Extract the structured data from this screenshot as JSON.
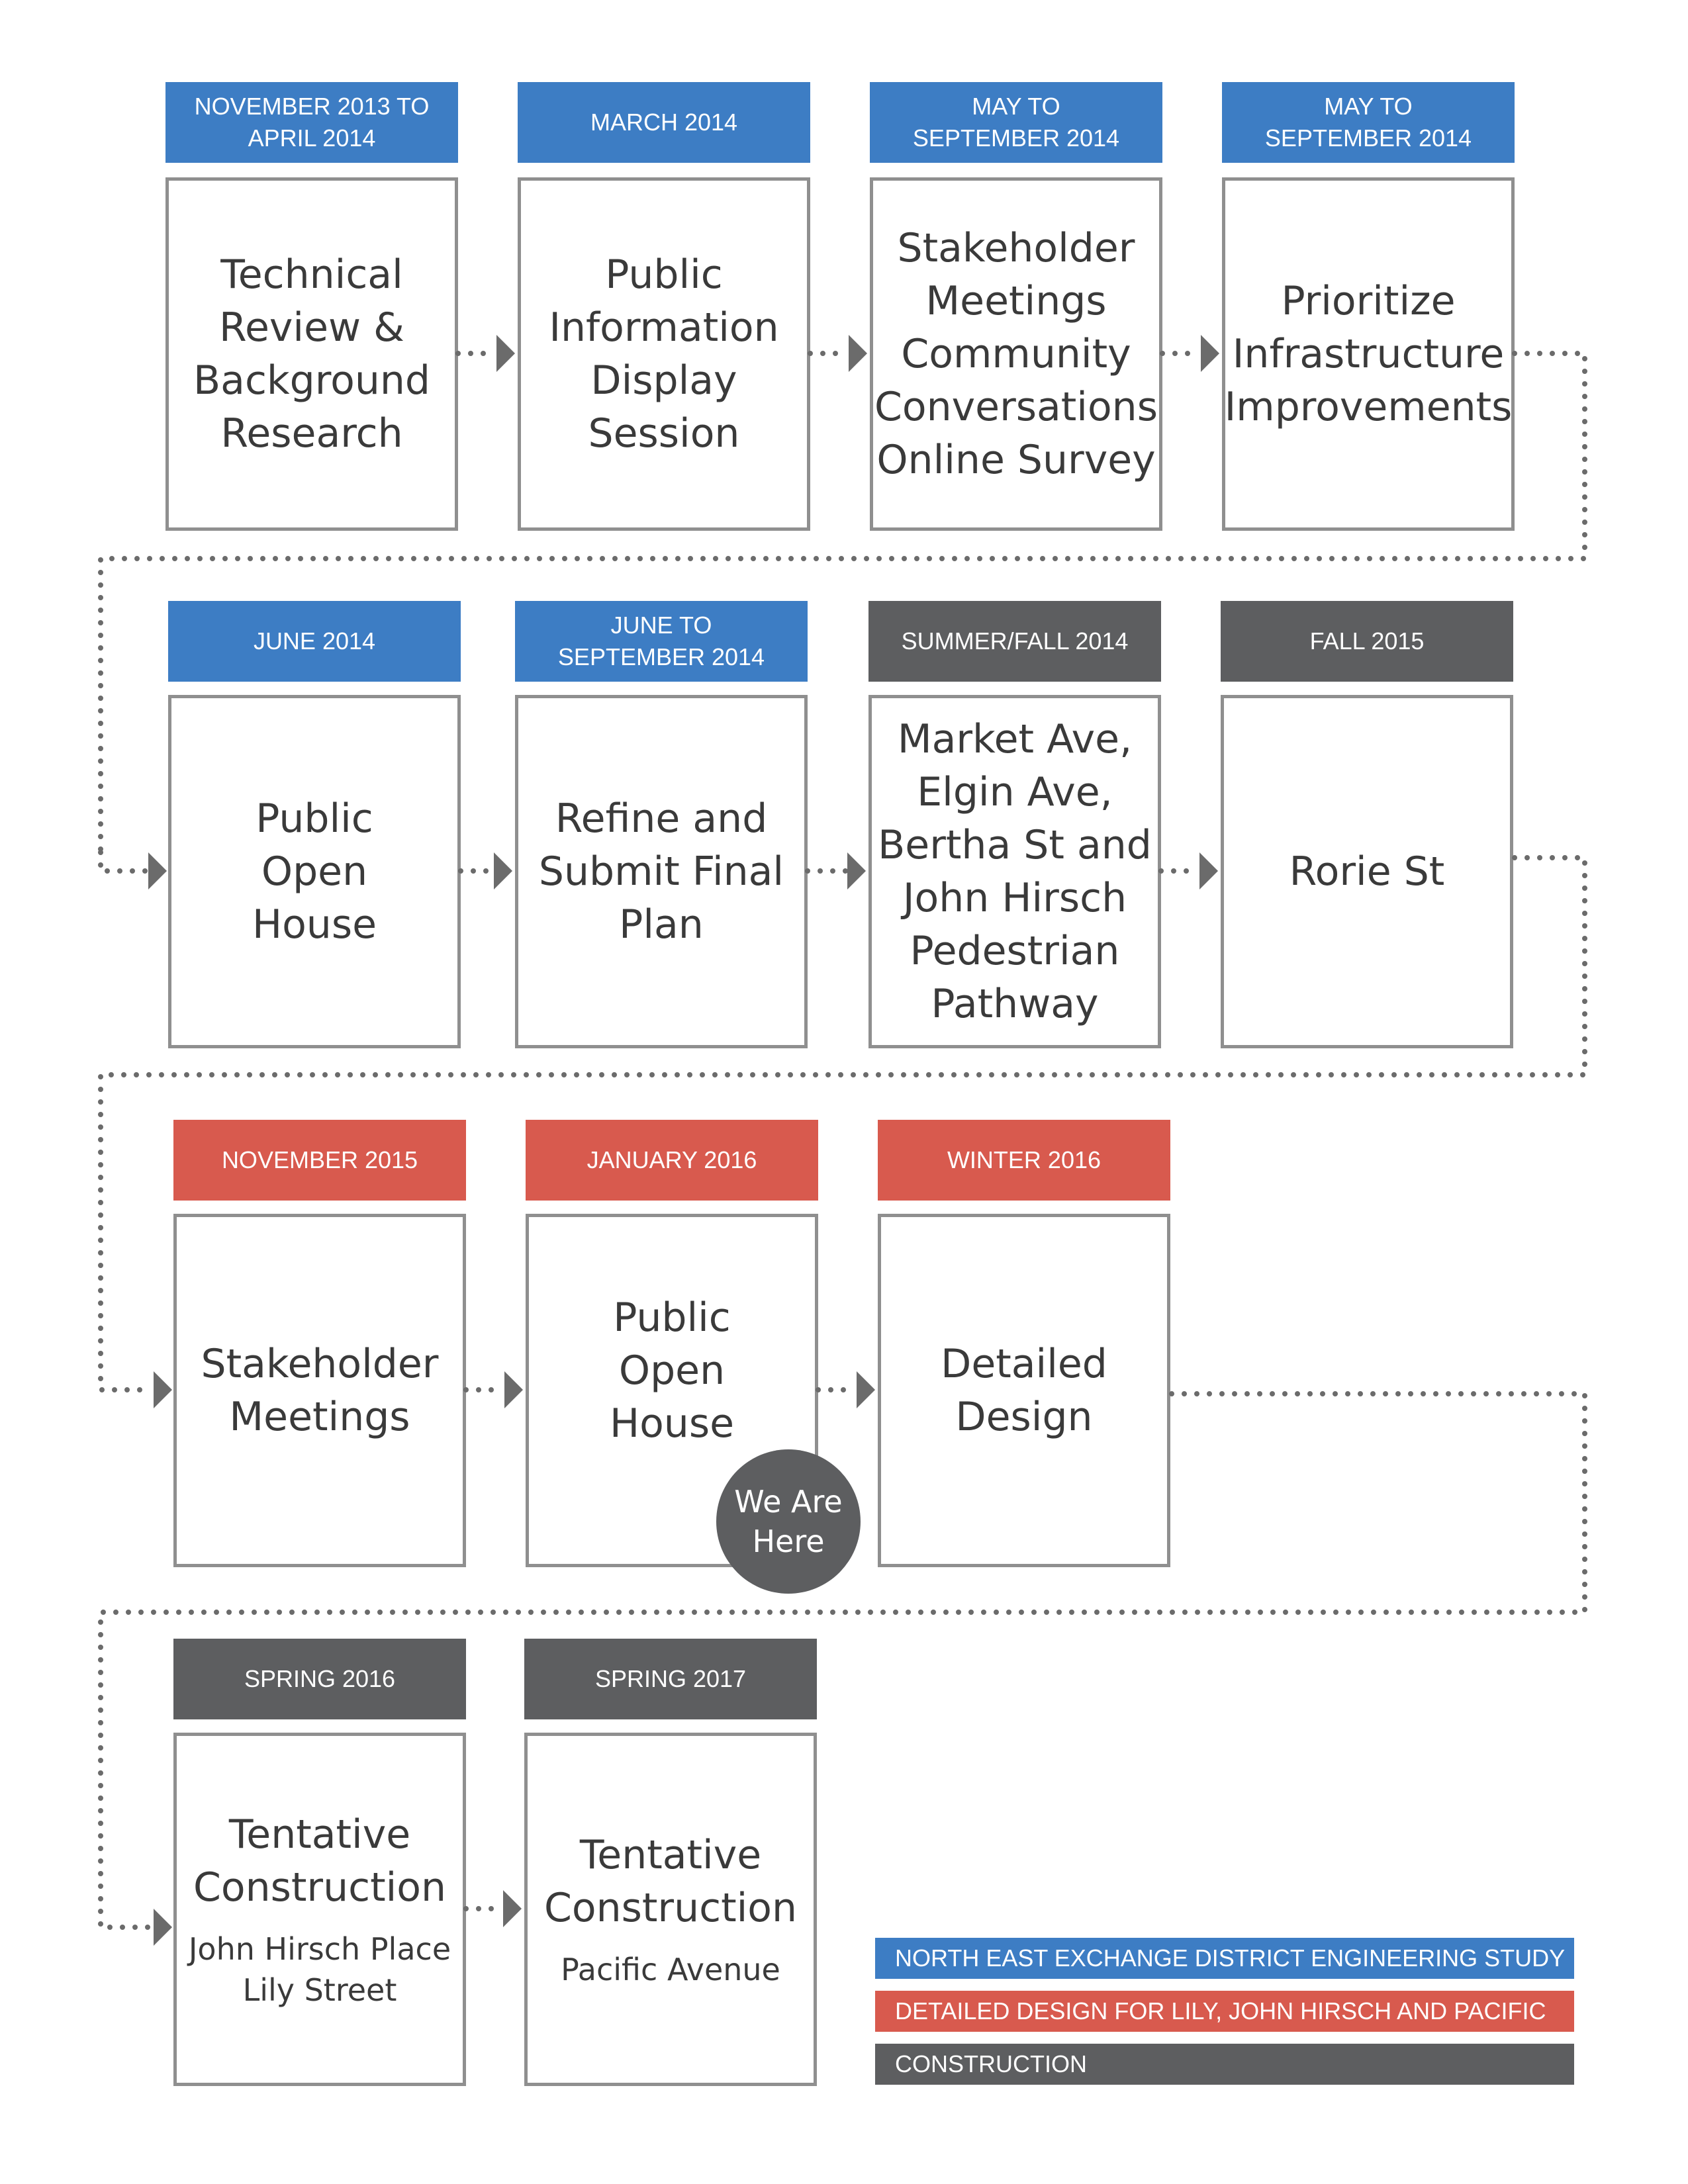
{
  "colors": {
    "blue": "#3d7dc4",
    "red": "#d85a4e",
    "gray": "#5d5e60",
    "dots": "#6b6b6b",
    "border": "#8f8f8f"
  },
  "steps": [
    {
      "date": "NOVEMBER 2013 TO\nAPRIL 2014",
      "title": "Technical\nReview &\nBackground\nResearch",
      "color": "blue"
    },
    {
      "date": "MARCH 2014",
      "title": "Public\nInformation\nDisplay\nSession",
      "color": "blue"
    },
    {
      "date": "MAY TO\nSEPTEMBER 2014",
      "title": "Stakeholder\nMeetings\nCommunity\nConversations\nOnline Survey",
      "color": "blue"
    },
    {
      "date": "MAY TO\nSEPTEMBER 2014",
      "title": "Prioritize\nInfrastructure\nImprovements",
      "color": "blue"
    },
    {
      "date": "JUNE 2014",
      "title": "Public\nOpen\nHouse",
      "color": "blue"
    },
    {
      "date": "JUNE TO\nSEPTEMBER 2014",
      "title": "Refine and\nSubmit Final\nPlan",
      "color": "blue"
    },
    {
      "date": "SUMMER/FALL 2014",
      "title": "Market Ave,\nElgin Ave,\nBertha St and\nJohn Hirsch\nPedestrian\nPathway",
      "color": "gray"
    },
    {
      "date": "FALL 2015",
      "title": "Rorie St",
      "color": "gray"
    },
    {
      "date": "NOVEMBER 2015",
      "title": "Stakeholder\nMeetings",
      "color": "red"
    },
    {
      "date": "JANUARY 2016",
      "title": "Public\nOpen\nHouse",
      "color": "red"
    },
    {
      "date": "WINTER 2016",
      "title": "Detailed\nDesign",
      "color": "red"
    },
    {
      "date": "SPRING 2016",
      "title": "Tentative\nConstruction",
      "subtitle": "John Hirsch Place\nLily Street",
      "color": "gray"
    },
    {
      "date": "SPRING 2017",
      "title": "Tentative\nConstruction",
      "subtitle": "Pacific Avenue",
      "color": "gray"
    }
  ],
  "marker": {
    "label": "We Are\nHere"
  },
  "legend": [
    {
      "label": "NORTH EAST EXCHANGE DISTRICT ENGINEERING STUDY",
      "color": "blue"
    },
    {
      "label": "DETAILED DESIGN FOR LILY, JOHN HIRSCH AND PACIFIC",
      "color": "red"
    },
    {
      "label": "CONSTRUCTION",
      "color": "gray"
    }
  ]
}
